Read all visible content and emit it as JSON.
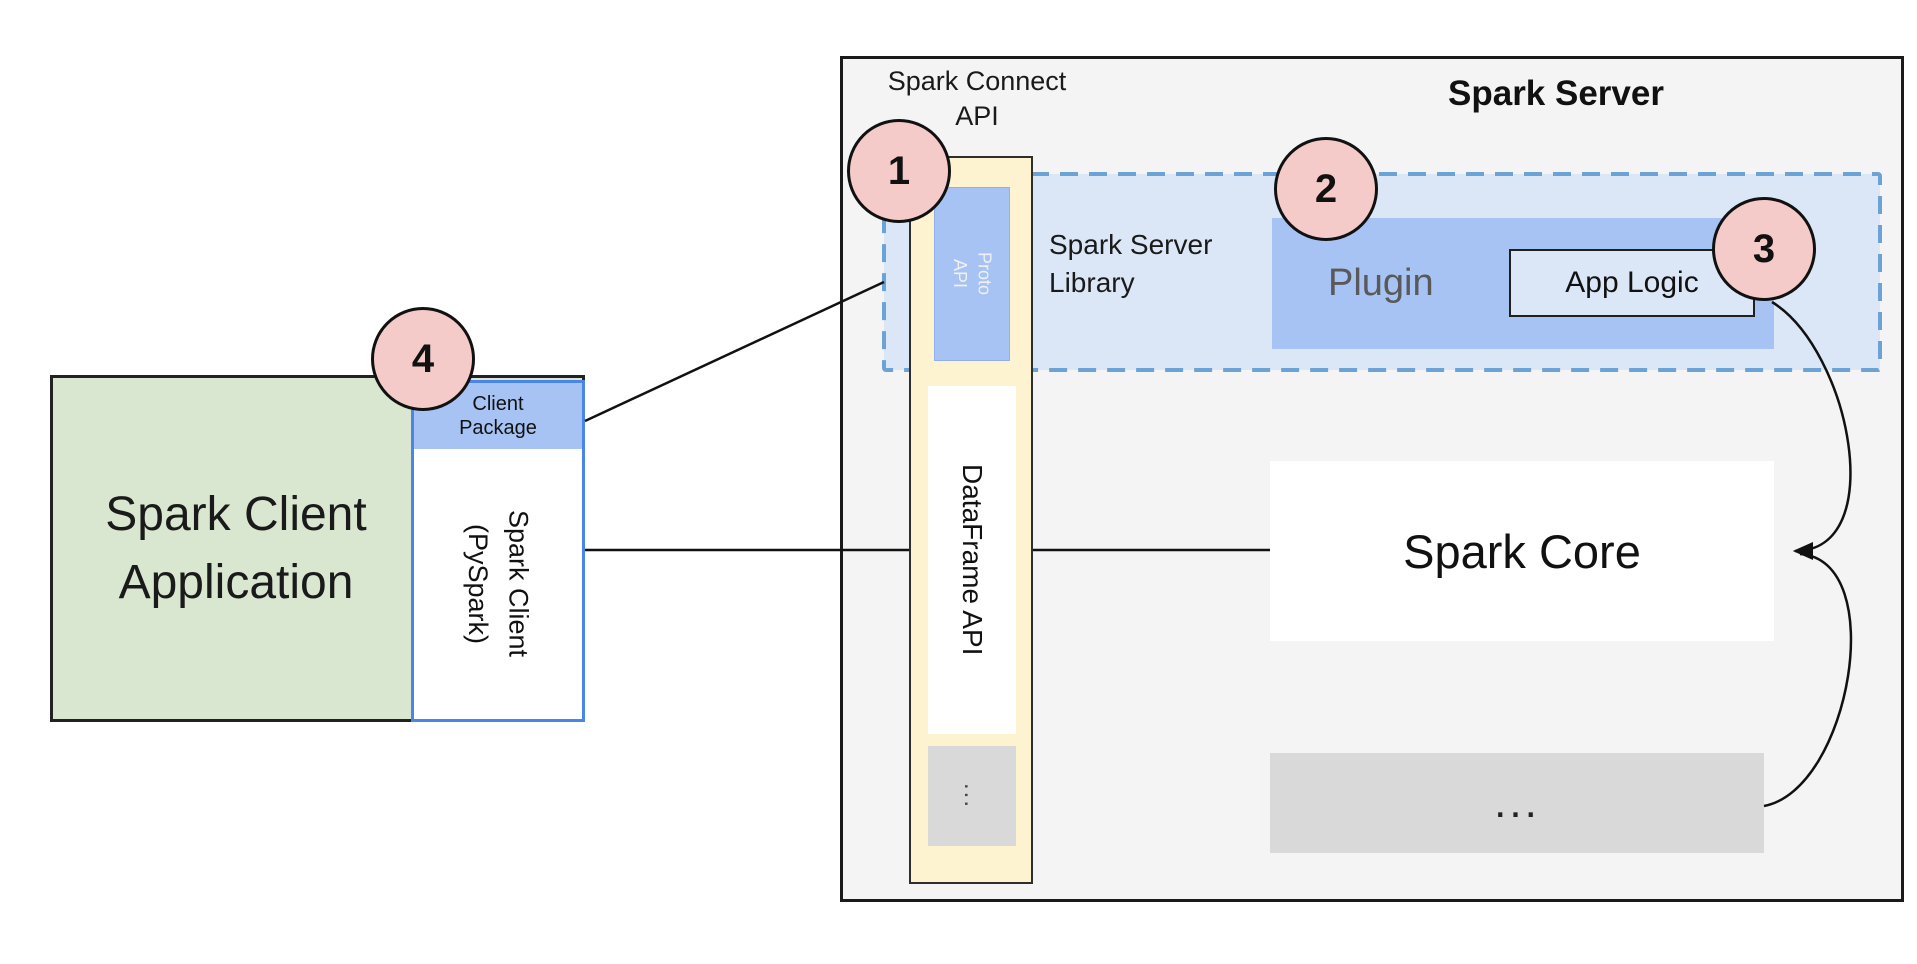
{
  "client": {
    "application_label": "Spark Client Application",
    "package_label": "Client Package",
    "library_label": "Spark Client (PySpark)"
  },
  "server": {
    "title": "Spark Server",
    "connect_api_label": "Spark Connect API",
    "proto_api_label": "Proto API",
    "dataframe_api_label": "DataFrame API",
    "api_column_ellipsis": "...",
    "library_label": "Spark Server Library",
    "plugin_label": "Plugin",
    "app_logic_label": "App Logic",
    "core_label": "Spark Core",
    "core_ellipsis": "..."
  },
  "steps": {
    "step1": "1",
    "step2": "2",
    "step3": "3",
    "step4": "4"
  },
  "colors": {
    "client_app_fill": "#d9e7d0",
    "package_fill": "#a6c3f3",
    "client_border": "#4a86e8",
    "server_fill": "#f4f4f4",
    "api_column_fill": "#fdf3d0",
    "library_region_fill": "#dbe7f7",
    "library_region_border": "#6ba3d6",
    "plugin_fill": "#a6c3f3",
    "gray_fill": "#d9d9d9",
    "badge_fill": "#f5cbca",
    "line_color": "#111111"
  }
}
